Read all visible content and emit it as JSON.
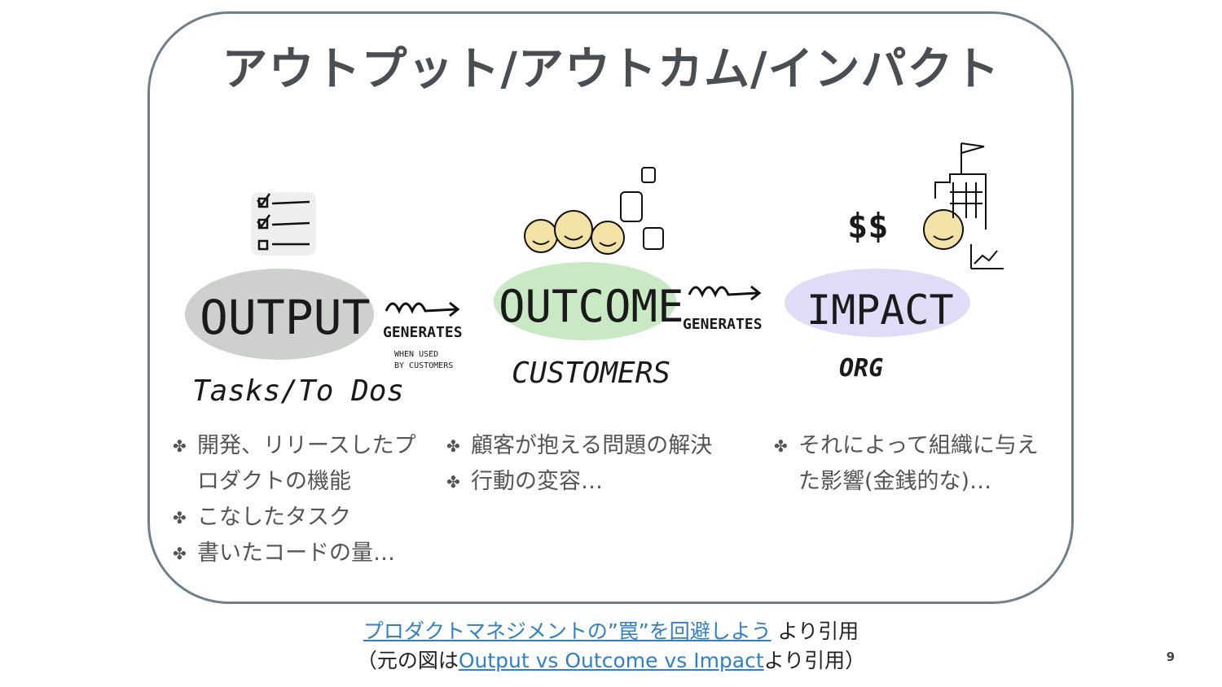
{
  "slide": {
    "title": "アウトプット/アウトカム/インパクト",
    "page_number": "9"
  },
  "illustration": {
    "output": {
      "label": "OUTPUT",
      "sub": "Tasks/To Dos"
    },
    "arrow1": {
      "label": "GENERATES",
      "note_line1": "WHEN USED",
      "note_line2": "BY CUSTOMERS"
    },
    "outcome": {
      "label": "OUTCOME",
      "sub": "CUSTOMERS"
    },
    "arrow2": {
      "label": "GENERATES"
    },
    "impact": {
      "label": "IMPACT",
      "sub": "ORG",
      "money": "$$"
    },
    "colors": {
      "output": "#cdd0cc",
      "outcome": "#c9e8c4",
      "impact": "#e0dcf7",
      "face": "#f3e2a6"
    }
  },
  "bullets": {
    "marker": "✤",
    "col1": [
      "開発、リリースしたプロダクトの機能",
      "こなしたタスク",
      "書いたコードの量…"
    ],
    "col2": [
      "顧客が抱える問題の解決",
      "行動の変容…"
    ],
    "col3": [
      "それによって組織に与えた影響(金銭的な)…"
    ]
  },
  "credit": {
    "line1_link": "プロダクトマネジメントの”罠”を回避しよう",
    "line1_suffix": " より引用",
    "line2_prefix": "（元の図は",
    "line2_link": "Output vs Outcome vs Impact",
    "line2_suffix": "より引用）"
  }
}
